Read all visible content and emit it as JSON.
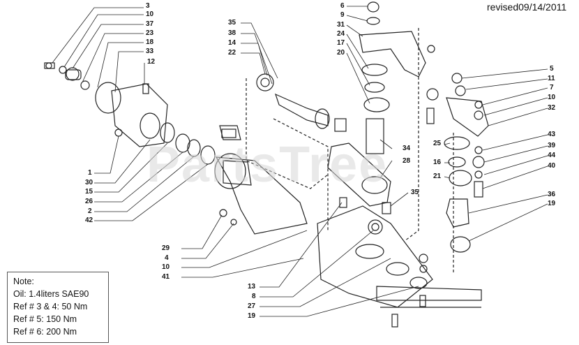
{
  "header": {
    "revised": "revised09/14/2011"
  },
  "watermark": "PartsTree",
  "note": {
    "title": "Note:",
    "lines": [
      "Oil: 1.4liters SAE90",
      "Ref # 3 & 4: 50 Nm",
      "Ref # 5: 150 Nm",
      "Ref # 6: 200 Nm"
    ]
  },
  "callouts_left": [
    "3",
    "10",
    "37",
    "23",
    "18",
    "33",
    "12",
    "1",
    "30",
    "15",
    "26",
    "2",
    "42"
  ],
  "callouts_center_top": [
    "35",
    "38",
    "14",
    "22"
  ],
  "callouts_center_mid": [
    "6",
    "9",
    "31",
    "24",
    "17",
    "20"
  ],
  "callouts_center_right": [
    "34",
    "28",
    "35"
  ],
  "callouts_bottom_left": [
    "29",
    "4",
    "10",
    "41"
  ],
  "callouts_bottom_center": [
    "13",
    "8",
    "27",
    "19"
  ],
  "callouts_right_mid": [
    "25",
    "16",
    "21"
  ],
  "callouts_right": [
    "5",
    "11",
    "7",
    "10",
    "32",
    "43",
    "39",
    "44",
    "40",
    "36",
    "19"
  ]
}
